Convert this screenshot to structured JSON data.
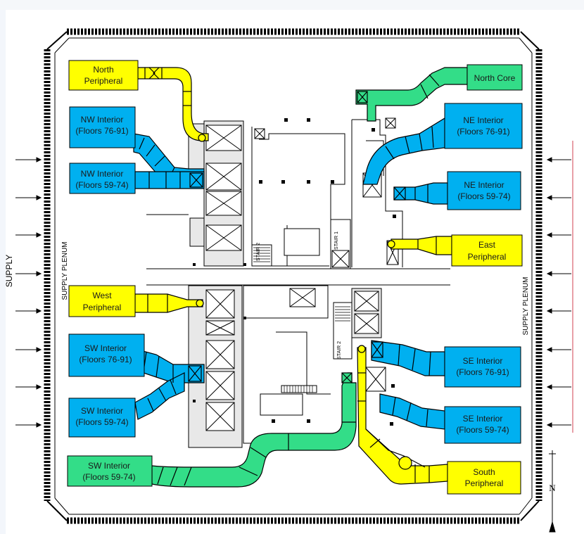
{
  "zones": {
    "north_peripheral": [
      "North",
      "Peripheral"
    ],
    "nw_interior_upper": [
      "NW Interior",
      "(Floors 76-91)"
    ],
    "nw_interior_lower": [
      "NW Interior",
      "(Floors 59-74)"
    ],
    "west_peripheral": [
      "West",
      "Peripheral"
    ],
    "sw_interior_upper": [
      "SW Interior",
      "(Floors 76-91)"
    ],
    "sw_interior_blue_lower": [
      "SW Interior",
      "(Floors 59-74)"
    ],
    "sw_interior_green": [
      "SW Interior",
      "(Floors 59-74)"
    ],
    "north_core": [
      "North Core"
    ],
    "ne_interior_upper": [
      "NE Interior",
      "(Floors 76-91)"
    ],
    "ne_interior_lower": [
      "NE Interior",
      "(Floors 59-74)"
    ],
    "east_peripheral": [
      "East",
      "Peripheral"
    ],
    "se_interior_upper": [
      "SE Interior",
      "(Floors 76-91)"
    ],
    "se_interior_lower": [
      "SE Interior",
      "(Floors 59-74)"
    ],
    "south_peripheral": [
      "South",
      "Peripheral"
    ]
  },
  "plenum": {
    "left_label": "SUPPLY PLENUM",
    "right_label": "SUPPLY PLENUM",
    "outer_left_label": "SUPPLY"
  },
  "stairs": {
    "stair_1": "STAIR 1",
    "stair_2a": "STAIR 2",
    "stair_2b": "STAIR 2"
  },
  "compass": {
    "north_label": "N"
  },
  "colors": {
    "yellow": "#ffff00",
    "blue": "#00b0f0",
    "green": "#33dd88",
    "line": "#000000",
    "red_line": "#d04050"
  }
}
